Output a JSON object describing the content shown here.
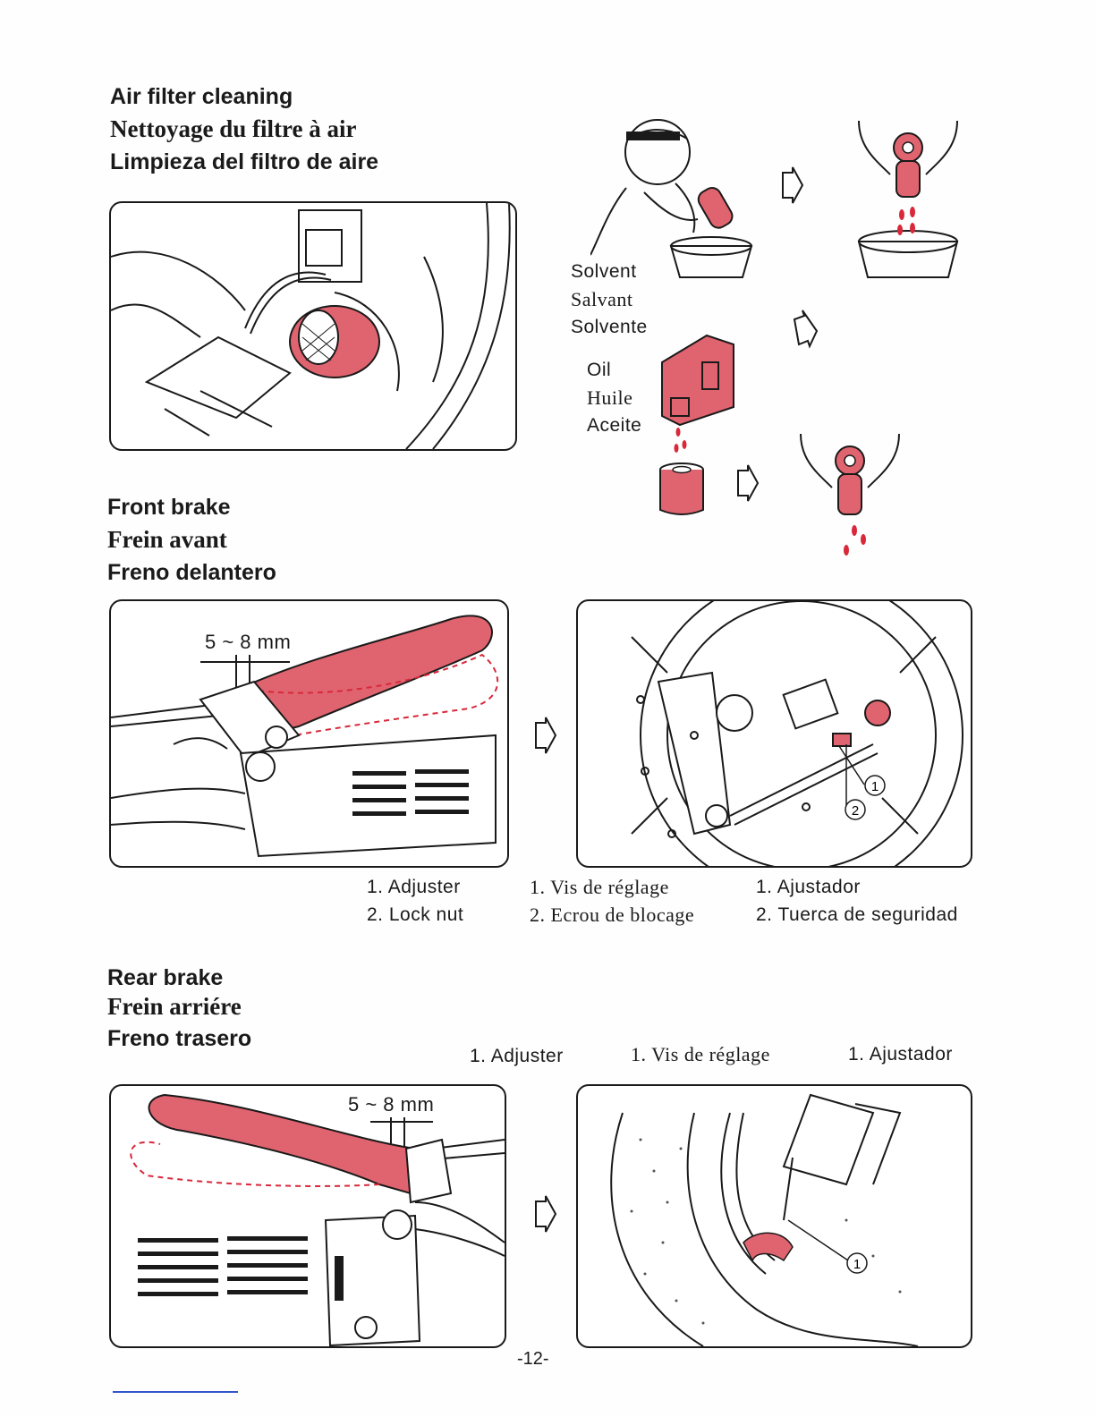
{
  "colors": {
    "accent": "#e0646f",
    "ink": "#1a1a1a",
    "drop": "#d8283a"
  },
  "air_filter": {
    "title_en": "Air filter cleaning",
    "title_fr": "Nettoyage du filtre à air",
    "title_es": "Limpieza del filtro de aire",
    "solvent": [
      "Solvent",
      "Salvant",
      "Solvente"
    ],
    "oil": [
      "Oil",
      "Huile",
      "Aceite"
    ]
  },
  "front_brake": {
    "title_en": "Front brake",
    "title_fr": "Frein avant",
    "title_es": "Freno delantero",
    "gap_label": "5 ~ 8 mm",
    "callout_1": "1",
    "callout_2": "2",
    "legend_en": [
      "1. Adjuster",
      "2. Lock nut"
    ],
    "legend_fr": [
      "1. Vis de réglage",
      "2. Ecrou de blocage"
    ],
    "legend_es": [
      "1. Ajustador",
      "2. Tuerca de seguridad"
    ]
  },
  "rear_brake": {
    "title_en": "Rear brake",
    "title_fr": "Frein arriére",
    "title_es": "Freno trasero",
    "gap_label": "5 ~ 8 mm",
    "callout_1": "1",
    "legend_en": "1. Adjuster",
    "legend_fr": "1. Vis de réglage",
    "legend_es": "1. Ajustador"
  },
  "page_number": "-12-"
}
